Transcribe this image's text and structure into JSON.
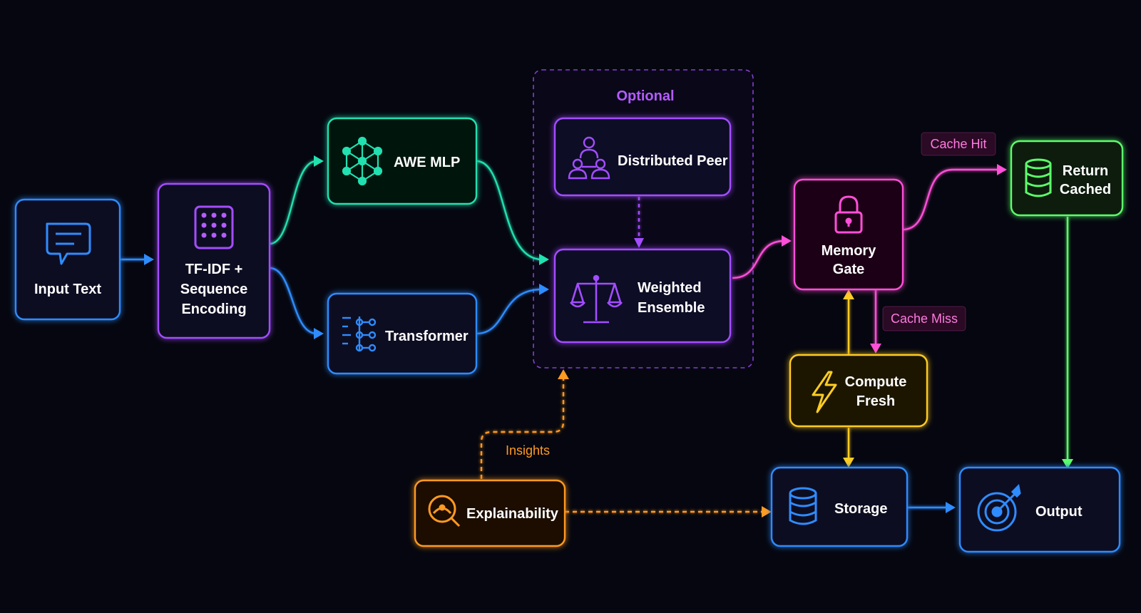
{
  "colors": {
    "background": "#05060f",
    "input": "#2f8cff",
    "encoding": "#a34dff",
    "awe": "#22e0b0",
    "transformer": "#2f8cff",
    "optional": "#a34dff",
    "memory": "#ff4fd8",
    "cached": "#5cff6a",
    "compute": "#ffcc22",
    "storage": "#2f8cff",
    "output": "#2f8cff",
    "explain": "#ff9a22"
  },
  "group": {
    "label": "Optional"
  },
  "nodes": {
    "input": {
      "lines": [
        "Input Text"
      ],
      "icon": "chat-bubble-icon"
    },
    "encoding": {
      "lines": [
        "TF-IDF +",
        "Sequence",
        "Encoding"
      ],
      "icon": "grid-matrix-icon"
    },
    "awe": {
      "lines": [
        "AWE MLP"
      ],
      "icon": "neural-network-icon"
    },
    "transformer": {
      "lines": [
        "Transformer"
      ],
      "icon": "transformer-icon"
    },
    "peer": {
      "lines": [
        "Distributed Peer"
      ],
      "icon": "peers-icon"
    },
    "ensemble": {
      "lines": [
        "Weighted",
        "Ensemble"
      ],
      "icon": "scales-icon"
    },
    "memory": {
      "lines": [
        "Memory",
        "Gate"
      ],
      "icon": "lock-icon"
    },
    "cached": {
      "lines": [
        "Return",
        "Cached"
      ],
      "icon": "database-icon"
    },
    "compute": {
      "lines": [
        "Compute",
        "Fresh"
      ],
      "icon": "lightning-icon"
    },
    "storage": {
      "lines": [
        "Storage"
      ],
      "icon": "database-icon"
    },
    "output": {
      "lines": [
        "Output"
      ],
      "icon": "target-icon"
    },
    "explain": {
      "lines": [
        "Explainability"
      ],
      "icon": "magnifier-icon"
    }
  },
  "edge_labels": {
    "cache_hit": "Cache Hit",
    "cache_miss": "Cache Miss",
    "insights": "Insights"
  }
}
